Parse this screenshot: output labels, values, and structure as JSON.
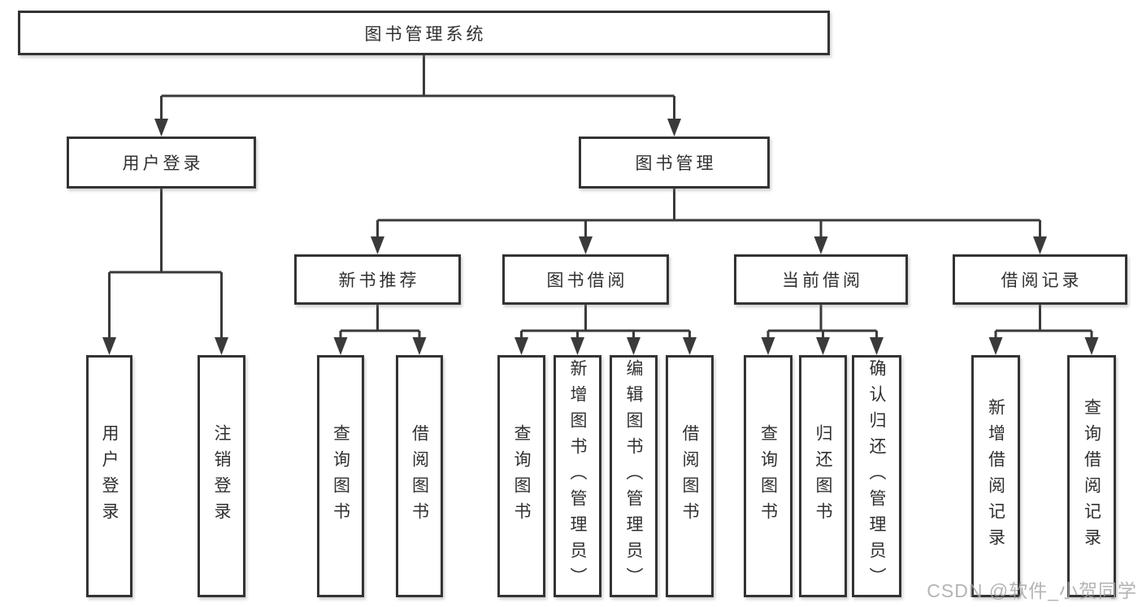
{
  "diagram": {
    "type": "hierarchy-diagram",
    "colors": {
      "line": "#3a3a3a",
      "box_border": "#333333",
      "box_fill": "#ffffff",
      "text": "#303030",
      "watermark_text": "#a3a3a3"
    },
    "root": {
      "label": "图书管理系统",
      "children": [
        {
          "label": "用户登录",
          "children": [
            {
              "label": "用户登录"
            },
            {
              "label": "注销登录"
            }
          ]
        },
        {
          "label": "图书管理",
          "children": [
            {
              "label": "新书推荐",
              "children": [
                {
                  "label": "查询图书"
                },
                {
                  "label": "借阅图书"
                }
              ]
            },
            {
              "label": "图书借阅",
              "children": [
                {
                  "label": "查询图书"
                },
                {
                  "label": "新增图书（管理员）"
                },
                {
                  "label": "编辑图书（管理员）"
                },
                {
                  "label": "借阅图书"
                }
              ]
            },
            {
              "label": "当前借阅",
              "children": [
                {
                  "label": "查询图书"
                },
                {
                  "label": "归还图书"
                },
                {
                  "label": "确认归还（管理员）"
                }
              ]
            },
            {
              "label": "借阅记录",
              "children": [
                {
                  "label": "新增借阅记录"
                },
                {
                  "label": "查询借阅记录"
                }
              ]
            }
          ]
        }
      ]
    }
  },
  "watermark": {
    "text": "CSDN @软件_小贺同学"
  }
}
